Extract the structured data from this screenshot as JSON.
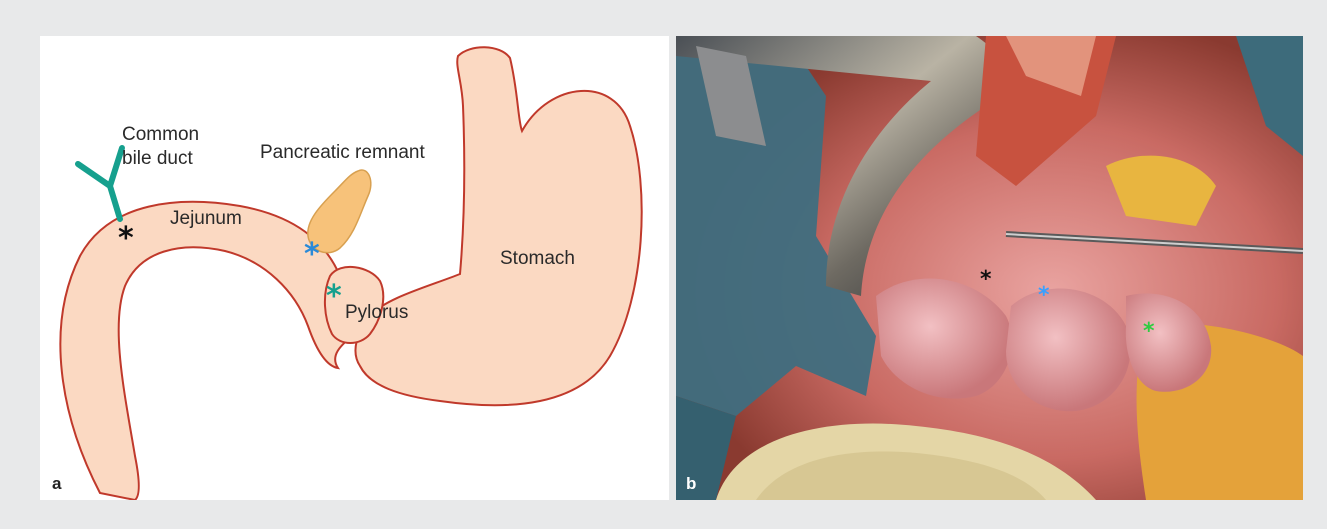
{
  "panel_a": {
    "letter": "a",
    "labels": {
      "common_bile_duct_line1": "Common",
      "common_bile_duct_line2": "bile duct",
      "pancreatic_remnant": "Pancreatic remnant",
      "jejunum": "Jejunum",
      "stomach": "Stomach",
      "pylorus": "Pylorus"
    },
    "markers": {
      "black": "*",
      "blue": "*",
      "teal": "*"
    },
    "colors": {
      "organ_fill": "#fbd9c2",
      "organ_outline": "#c0392b",
      "bile_duct": "#16a08e",
      "pancreas": "#f7c27a",
      "marker_black": "#111111",
      "marker_blue": "#2a8ad8",
      "marker_teal": "#16a08e"
    }
  },
  "panel_b": {
    "letter": "b",
    "markers": {
      "black": "*",
      "blue": "*",
      "green": "*"
    },
    "colors": {
      "marker_black": "#111111",
      "marker_blue": "#3aa0ff",
      "marker_green": "#2ecc40"
    }
  }
}
